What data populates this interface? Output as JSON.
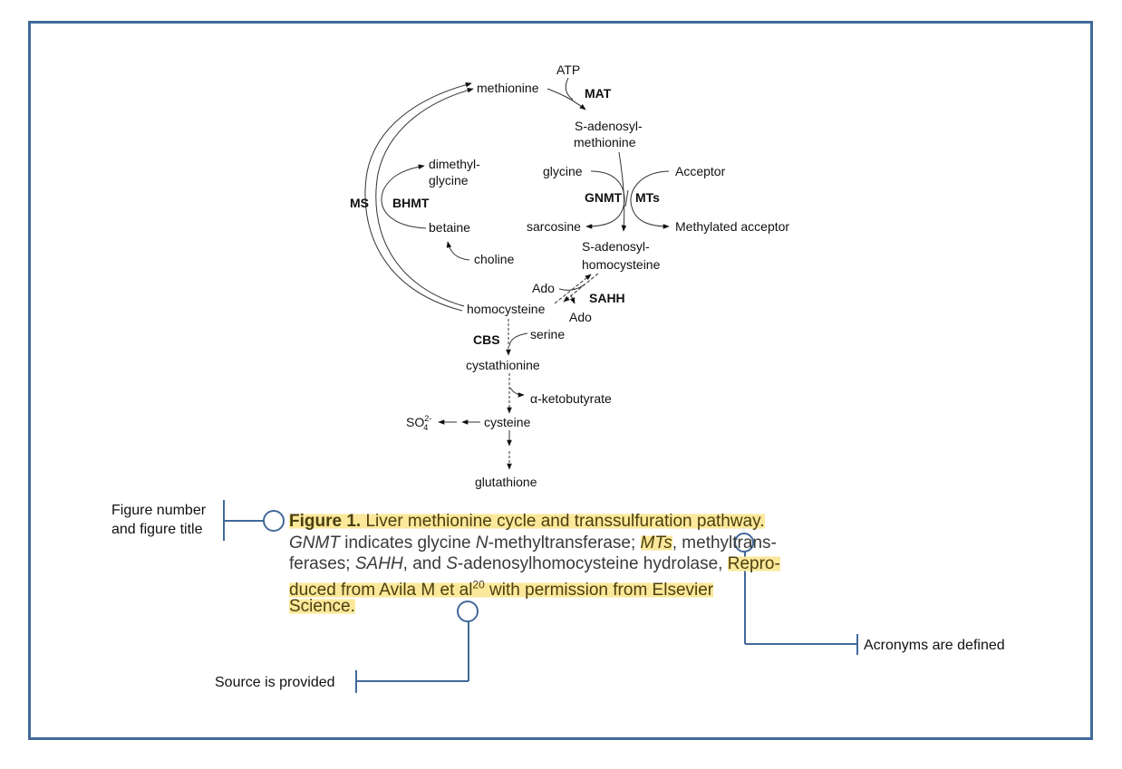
{
  "diagram": {
    "nodes": {
      "atp": "ATP",
      "mat": "MAT",
      "methionine": "methionine",
      "sam_line1": "S-adenosyl-",
      "sam_line2": "methionine",
      "glycine": "glycine",
      "acceptor": "Acceptor",
      "gnmt": "GNMT",
      "mts": "MTs",
      "sarcosine": "sarcosine",
      "methylated_acceptor": "Methylated acceptor",
      "sah_line1": "S-adenosyl-",
      "sah_line2": "homocysteine",
      "dimethylglycine_line1": "dimethyl-",
      "dimethylglycine_line2": "glycine",
      "ms": "MS",
      "bhmt": "BHMT",
      "betaine": "betaine",
      "choline": "choline",
      "ado_in": "Ado",
      "ado_out": "Ado",
      "sahh": "SAHH",
      "homocysteine": "homocysteine",
      "cbs": "CBS",
      "serine": "serine",
      "cystathionine": "cystathionine",
      "ketobutyrate": "α-ketobutyrate",
      "sulfate_base": "SO",
      "sulfate_sub": "4",
      "sulfate_sup": "2-",
      "cysteine": "cysteine",
      "glutathione": "glutathione"
    }
  },
  "caption": {
    "figure_label": "Figure 1.",
    "title": " Liver methionine cycle and transsulfuration pathway.",
    "line2_a": "GNMT",
    "line2_b": " indicates glycine ",
    "line2_c": "N",
    "line2_d": "-methyltransferase; ",
    "line2_e": "MTs",
    "line2_f": ", methyltrans-",
    "line3_a": "ferases; ",
    "line3_b": "SAHH",
    "line3_c": ", and ",
    "line3_d": "S",
    "line3_e": "-adenosylhomocysteine hydrolase, ",
    "line3_f": "Repro-",
    "line4_a": "duced from Avila M et al",
    "line4_sup": "20",
    "line4_b": " with permission from Elsevier",
    "line5": "Science."
  },
  "callouts": {
    "figure_title": {
      "line1": "Figure number",
      "line2": "and figure title"
    },
    "acronyms": "Acronyms are defined",
    "source": "Source is provided"
  },
  "colors": {
    "frame": "#41699a",
    "callout_line": "#41699a",
    "highlight": "#fbe89a"
  }
}
